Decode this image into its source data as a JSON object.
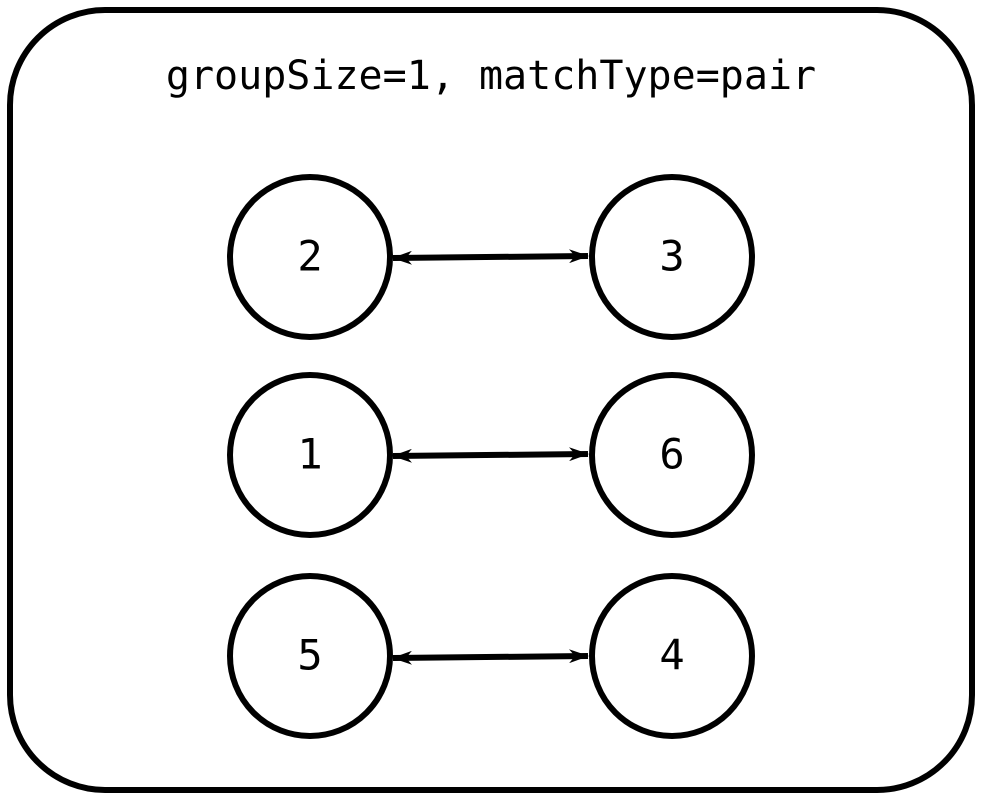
{
  "diagram": {
    "title": "groupSize=1, matchType=pair",
    "stroke_color": "#000000",
    "fill_color": "#ffffff",
    "nodes": [
      {
        "id": "n2",
        "label": "2"
      },
      {
        "id": "n3",
        "label": "3"
      },
      {
        "id": "n1",
        "label": "1"
      },
      {
        "id": "n6",
        "label": "6"
      },
      {
        "id": "n5",
        "label": "5"
      },
      {
        "id": "n4",
        "label": "4"
      }
    ],
    "edges": [
      {
        "from": "n2",
        "to": "n3",
        "direction": "both"
      },
      {
        "from": "n1",
        "to": "n6",
        "direction": "both"
      },
      {
        "from": "n5",
        "to": "n4",
        "direction": "both"
      }
    ]
  }
}
